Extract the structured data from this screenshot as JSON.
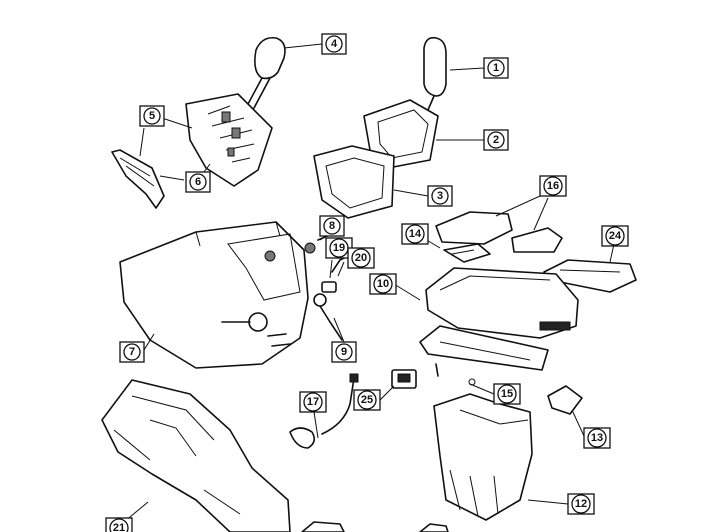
{
  "callouts": {
    "c1": "1",
    "c2": "2",
    "c3": "3",
    "c4": "4",
    "c5": "5",
    "c6": "6",
    "c7": "7",
    "c8": "8",
    "c9": "9",
    "c10": "10",
    "c12": "12",
    "c13": "13",
    "c14": "14",
    "c15": "15",
    "c16": "16",
    "c17": "17",
    "c19": "19",
    "c20": "20",
    "c21": "21",
    "c24": "24",
    "c25": "25"
  }
}
